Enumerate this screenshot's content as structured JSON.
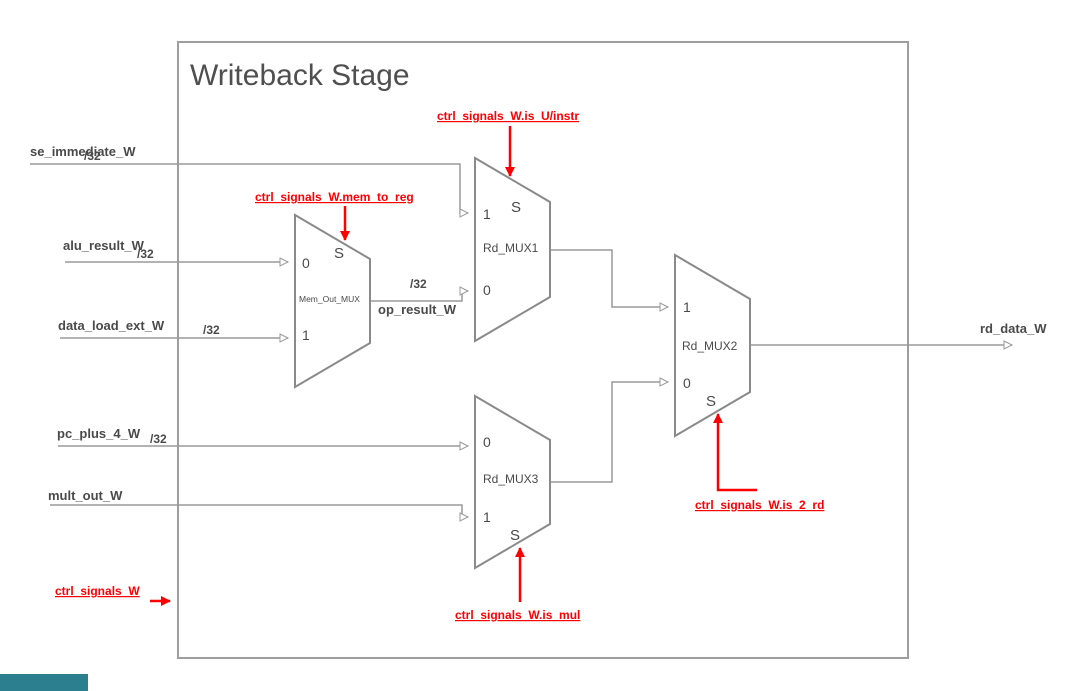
{
  "title": "Writeback Stage",
  "colors": {
    "background": "#ffffff",
    "wire": "#9a9a9a",
    "text": "#4a4a4a",
    "control": "#ff0000",
    "mux_fill": "#ffffff",
    "accent_bar": "#2c7f8e"
  },
  "signals": {
    "se_immediate": {
      "label": "se_immediate_W",
      "bus": "/32"
    },
    "alu_result": {
      "label": "alu_result_W",
      "bus": "/32"
    },
    "data_load_ext": {
      "label": "data_load_ext_W",
      "bus": "/32"
    },
    "pc_plus_4": {
      "label": "pc_plus_4_W",
      "bus": "/32"
    },
    "mult_out": {
      "label": "mult_out_W"
    },
    "ctrl_signals": {
      "label": "ctrl_signals_W"
    },
    "op_result": {
      "label": "op_result_W",
      "bus": "/32"
    },
    "rd_data": {
      "label": "rd_data_W"
    }
  },
  "muxes": {
    "mem_out": {
      "name": "Mem_Out_MUX",
      "port_top": "0",
      "port_bottom": "1",
      "select": "S"
    },
    "rd_mux1": {
      "name": "Rd_MUX1",
      "port_top": "1",
      "port_bottom": "0",
      "select": "S"
    },
    "rd_mux3": {
      "name": "Rd_MUX3",
      "port_top": "0",
      "port_bottom": "1",
      "select": "S"
    },
    "rd_mux2": {
      "name": "Rd_MUX2",
      "port_top": "1",
      "port_bottom": "0",
      "select": "S"
    }
  },
  "control_labels": {
    "mem_to_reg": "ctrl_signals_W.mem_to_reg",
    "is_u_instr": "ctrl_signals_W.is_U/instr",
    "is_mul": "ctrl_signals_W.is_mul",
    "is_2_rd": "ctrl_signals_W.is_2_rd"
  }
}
